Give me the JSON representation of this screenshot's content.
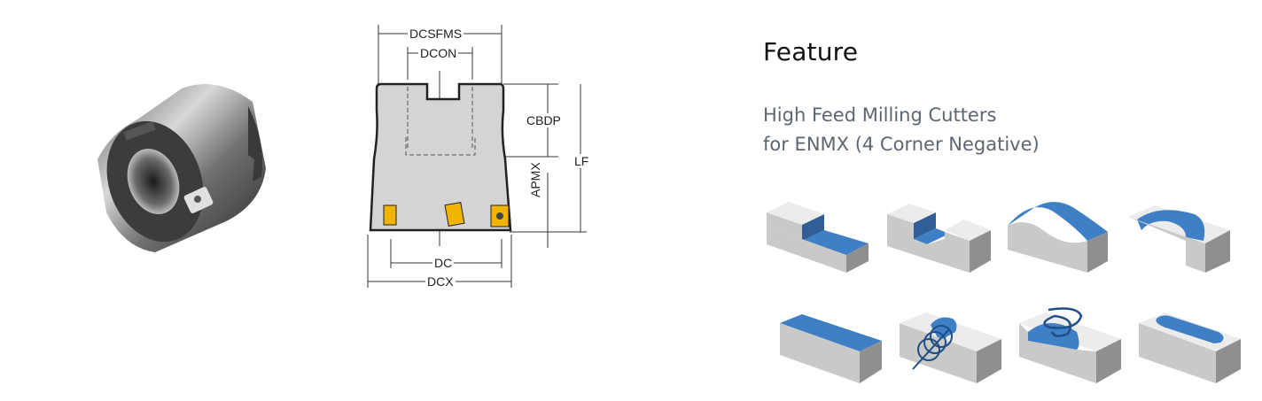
{
  "product": {
    "photo_alt": "High feed milling cutter body with inserts"
  },
  "drawing": {
    "labels": {
      "dcsfms": "DCSFMS",
      "dcon": "DCON",
      "cbdp": "CBDP",
      "lf": "LF",
      "apmx": "APMX",
      "dc": "DC",
      "dcx": "DCX"
    },
    "colors": {
      "body": "#d4d4d4",
      "outline": "#222222",
      "insert": "#f0b400"
    }
  },
  "feature": {
    "title": "Feature",
    "description_line1": "High Feed Milling Cutters",
    "description_line2": "for ENMX (4 Corner Negative)"
  },
  "applications": {
    "colors": {
      "surface": "#3f7fc6",
      "block_top": "#ececec",
      "block_front": "#c9c9c9",
      "block_side": "#8f8f8f",
      "toolpath": "#1f4e85"
    },
    "items": [
      {
        "name": "shoulder-milling"
      },
      {
        "name": "slotting"
      },
      {
        "name": "contour-milling"
      },
      {
        "name": "pocket-corner-milling"
      },
      {
        "name": "face-milling"
      },
      {
        "name": "helical-milling"
      },
      {
        "name": "helical-interpolation"
      },
      {
        "name": "pocketing"
      }
    ]
  }
}
